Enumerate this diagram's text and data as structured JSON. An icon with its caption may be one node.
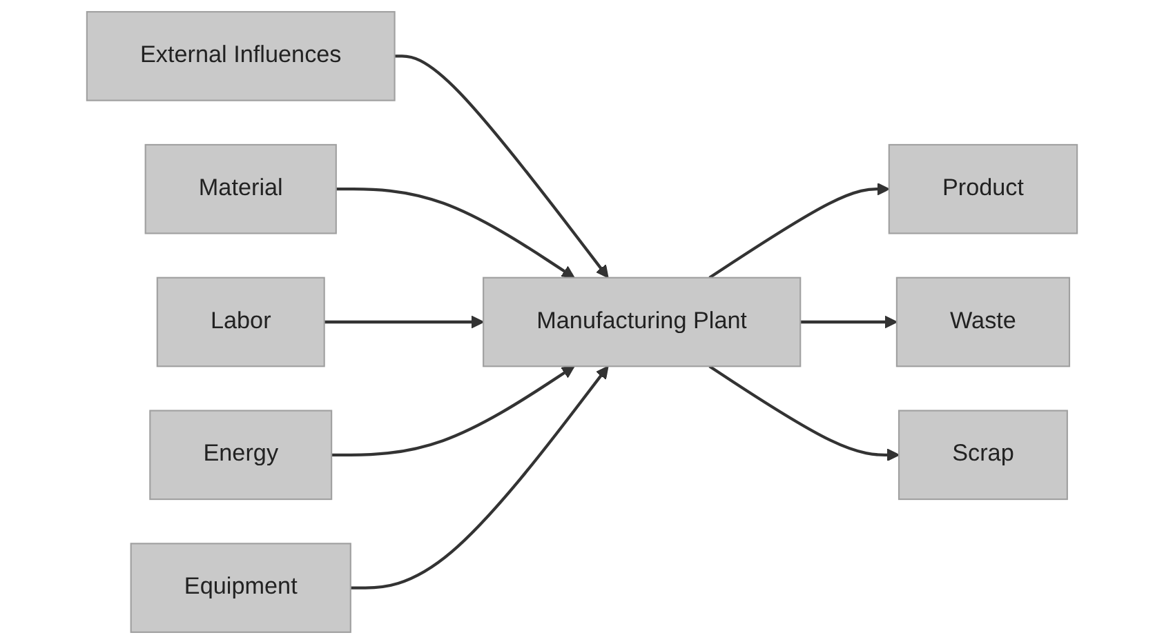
{
  "diagram": {
    "nodes": [
      {
        "text": [
          "External Influences"
        ]
      },
      {
        "text": [
          "Material"
        ]
      },
      {
        "text": [
          "Labor"
        ]
      },
      {
        "text": [
          "Energy"
        ]
      },
      {
        "text": [
          "Equipment"
        ]
      },
      {
        "text": [
          "Manufacturing Plant"
        ]
      },
      {
        "text": [
          "Product"
        ]
      },
      {
        "text": [
          "Waste"
        ]
      },
      {
        "text": [
          "Scrap"
        ]
      }
    ],
    "edges": [
      {
        "from": 0,
        "to": 5,
        "arrow": "to"
      },
      {
        "from": 1,
        "to": 5,
        "arrow": "to"
      },
      {
        "from": 2,
        "to": 5,
        "arrow": "to"
      },
      {
        "from": 3,
        "to": 5,
        "arrow": "to"
      },
      {
        "from": 4,
        "to": 5,
        "arrow": "to"
      },
      {
        "from": 5,
        "to": 6,
        "arrow": "to"
      },
      {
        "from": 5,
        "to": 7,
        "arrow": "to"
      },
      {
        "from": 5,
        "to": 8,
        "arrow": "to"
      }
    ]
  }
}
